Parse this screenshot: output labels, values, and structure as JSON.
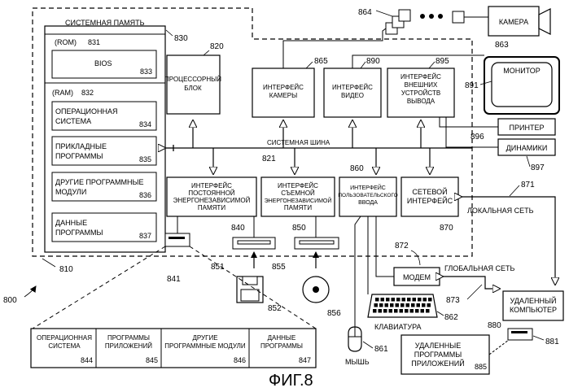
{
  "figure_label": "ФИГ.8",
  "system_number": "800",
  "computer_number": "810",
  "system_memory": {
    "label": "СИСТЕМНАЯ ПАМЯТЬ",
    "number": "830"
  },
  "rom": {
    "label": "(ROM)",
    "number": "831",
    "bios_label": "BIOS",
    "bios_number": "833"
  },
  "ram": {
    "label": "(RAM)",
    "number": "832"
  },
  "ram_items": [
    {
      "line1": "ОПЕРАЦИОННАЯ",
      "line2": "СИСТЕМА",
      "number": "834"
    },
    {
      "line1": "ПРИКЛАДНЫЕ",
      "line2": "ПРОГРАММЫ",
      "number": "835"
    },
    {
      "line1": "ДРУГИЕ ПРОГРАММНЫЕ",
      "line2": "МОДУЛИ",
      "number": "836"
    },
    {
      "line1": "ДАННЫЕ",
      "line2": "ПРОГРАММЫ",
      "number": "837"
    }
  ],
  "processor": {
    "line1": "ПРОЦЕССОРНЫЙ",
    "line2": "БЛОК",
    "number": "820"
  },
  "camera_interface": {
    "line1": "ИНТЕРФЕЙС",
    "line2": "КАМЕРЫ",
    "number": "865"
  },
  "video_interface": {
    "line1": "ИНТЕРФЕЙС",
    "line2": "ВИДЕО",
    "number": "890"
  },
  "output_interface": {
    "line1": "ИНТЕРФЕЙС",
    "line2": "ВНЕШНИХ",
    "line3": "УСТРОЙСТВ",
    "line4": "ВЫВОДА",
    "number": "895"
  },
  "camera": {
    "label": "КАМЕРА",
    "number": "863",
    "images_number": "864"
  },
  "monitor": {
    "label": "МОНИТОР",
    "number": "891"
  },
  "printer": {
    "label": "ПРИНТЕР",
    "number": "896"
  },
  "speakers": {
    "label": "ДИНАМИКИ",
    "number": "897"
  },
  "system_bus": {
    "label": "СИСТЕМНАЯ ШИНА",
    "number": "821"
  },
  "nonremovable_interface": {
    "line1": "ИНТЕРФЕЙС",
    "line2": "ПОСТОЯННОЙ",
    "line3": "ЭНЕРГОНЕЗАВИСИМОЙ",
    "line4": "ПАМЯТИ",
    "number": "840"
  },
  "removable_interface": {
    "line1": "ИНТЕРФЕЙС",
    "line2": "СЪЕМНОЙ",
    "line3": "ЭНЕРГОНЕЗАВИСИМОЙ",
    "line4": "ПАМЯТИ",
    "number": "850"
  },
  "user_input_interface": {
    "line1": "ИНТЕРФЕЙС",
    "line2": "ПОЛЬЗОВАТЕЛЬСКОГО",
    "line3": "ВВОДА",
    "number": "860"
  },
  "network_interface": {
    "line1": "СЕТЕВОЙ",
    "line2": "ИНТЕРФЕЙС",
    "number": "870"
  },
  "lan": {
    "label": "ЛОКАЛЬНАЯ СЕТЬ",
    "number": "871"
  },
  "wan": {
    "label": "ГЛОБАЛЬНАЯ СЕТЬ",
    "number": "873"
  },
  "modem": {
    "label": "МОДЕМ",
    "number": "872"
  },
  "remote_computer": {
    "line1": "УДАЛЕННЫЙ",
    "line2": "КОМПЬЮТЕР",
    "number": "880",
    "device_number": "881"
  },
  "remote_apps": {
    "line1": "УДАЛЕННЫЕ",
    "line2": "ПРОГРАММЫ",
    "line3": "ПРИЛОЖЕНИЙ",
    "number": "885"
  },
  "hard_disk_number": "841",
  "floppy_drive_number": "851",
  "optical_drive_number": "855",
  "floppy_disk_number": "852",
  "optical_disk_number": "856",
  "keyboard": {
    "label": "КЛАВИАТУРА",
    "number": "862"
  },
  "mouse": {
    "label": "МЫШЬ",
    "number": "861"
  },
  "disk_contents": [
    {
      "line1": "ОПЕРАЦИОННАЯ",
      "line2": "СИСТЕМА",
      "number": "844"
    },
    {
      "line1": "ПРОГРАММЫ",
      "line2": "ПРИЛОЖЕНИЙ",
      "number": "845"
    },
    {
      "line1": "ДРУГИЕ",
      "line2": "ПРОГРАММНЫЕ МОДУЛИ",
      "number": "846"
    },
    {
      "line1": "ДАННЫЕ",
      "line2": "ПРОГРАММЫ",
      "number": "847"
    }
  ]
}
